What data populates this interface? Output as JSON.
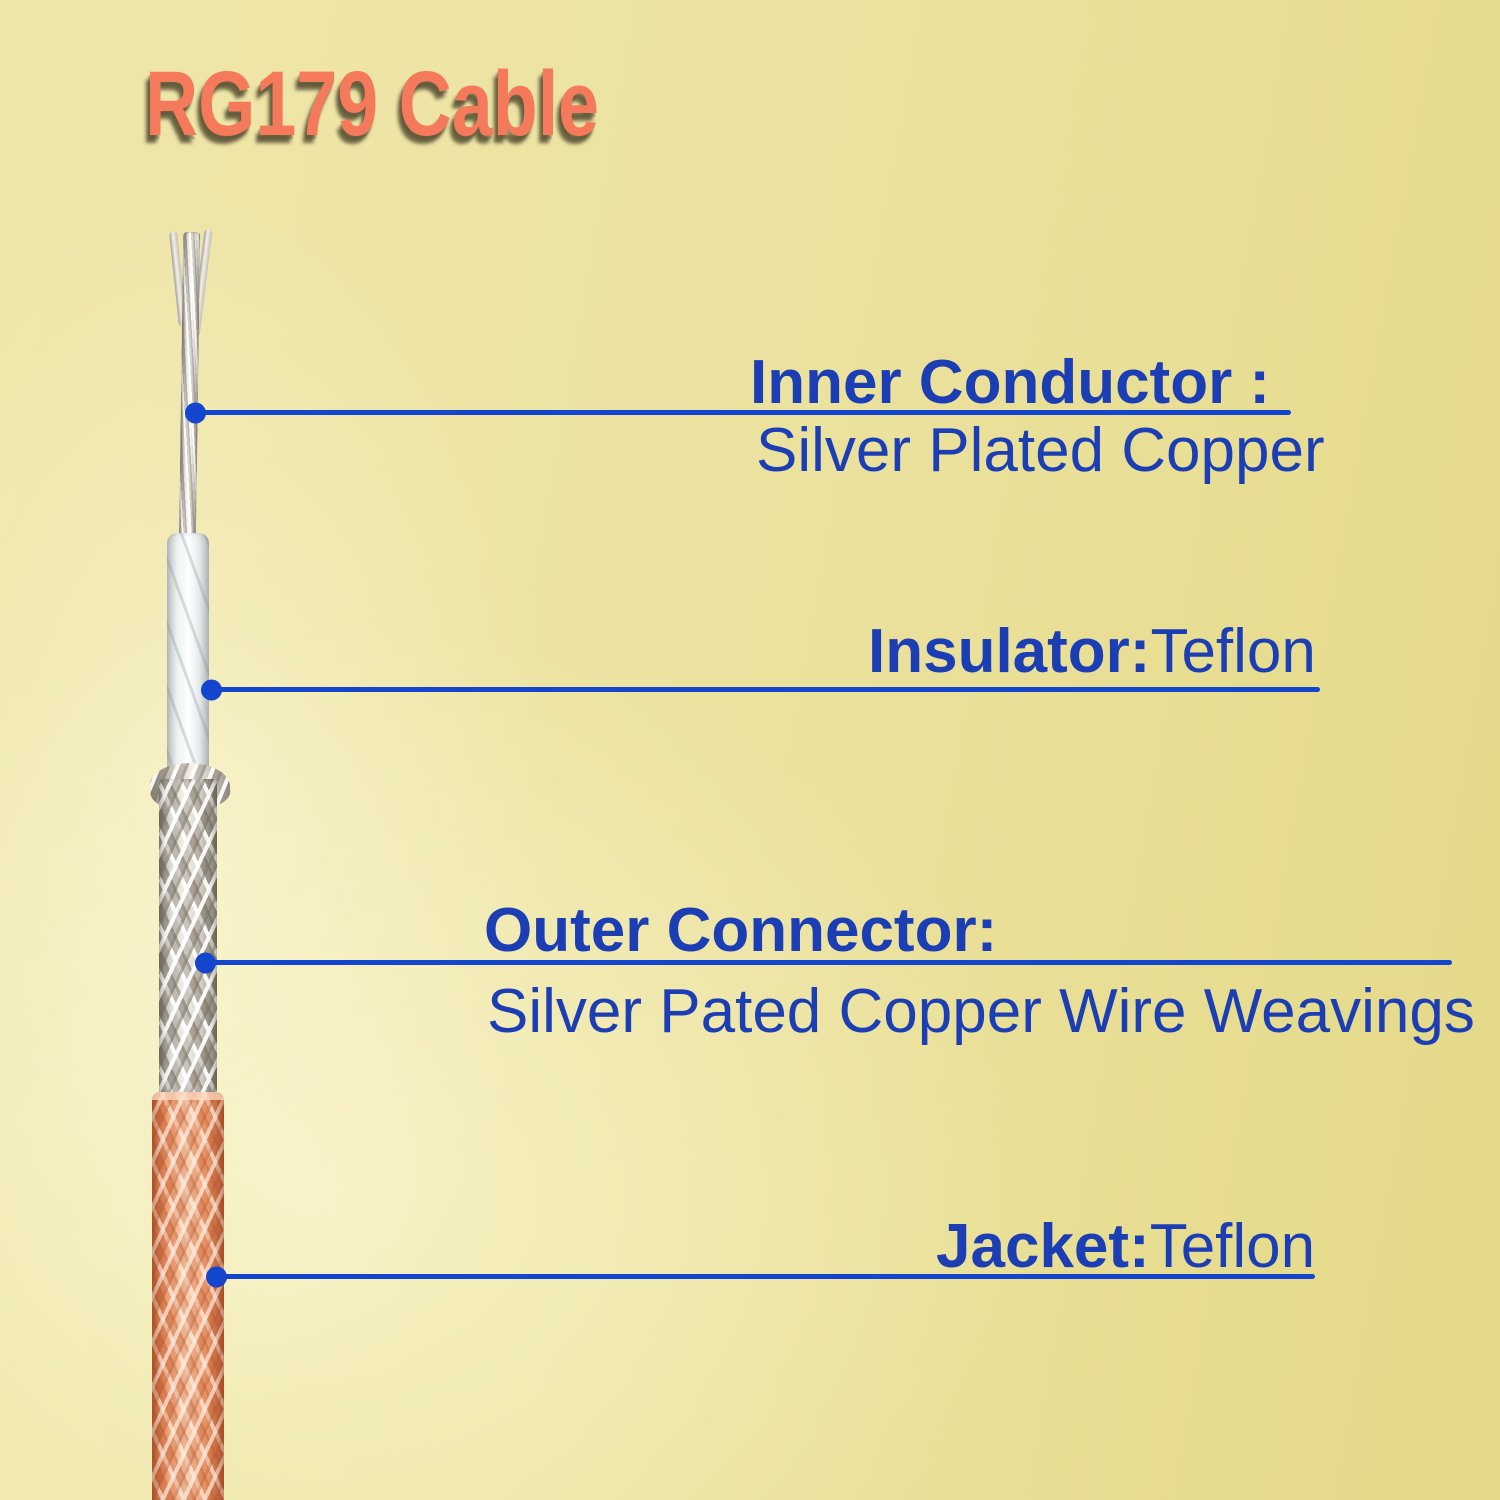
{
  "title": "RG179 Cable",
  "callouts": {
    "inner_conductor": {
      "label": "Inner Conductor :",
      "value": "Silver Plated Copper"
    },
    "insulator": {
      "label": "Insulator:",
      "value": "Teflon"
    },
    "outer_connector": {
      "label": "Outer Connector:",
      "value": "Silver Pated Copper Wire Weavings"
    },
    "jacket": {
      "label": "Jacket:",
      "value": "Teflon"
    }
  },
  "colors": {
    "title": "#f5795b",
    "title_shadow": "#5a5234",
    "label_text": "#1c3eb5",
    "callout_line": "#1345cd",
    "background": "#ebe2a0",
    "jacket_orange": "#ef9a6e",
    "braid_silver": "#d9d4c9",
    "insulator_white": "#f4f6f5",
    "wire_silver": "#e8e5de"
  },
  "cable_parts": [
    "inner-conductor-wire",
    "insulator-tube",
    "braided-shield",
    "jacket-tube"
  ]
}
